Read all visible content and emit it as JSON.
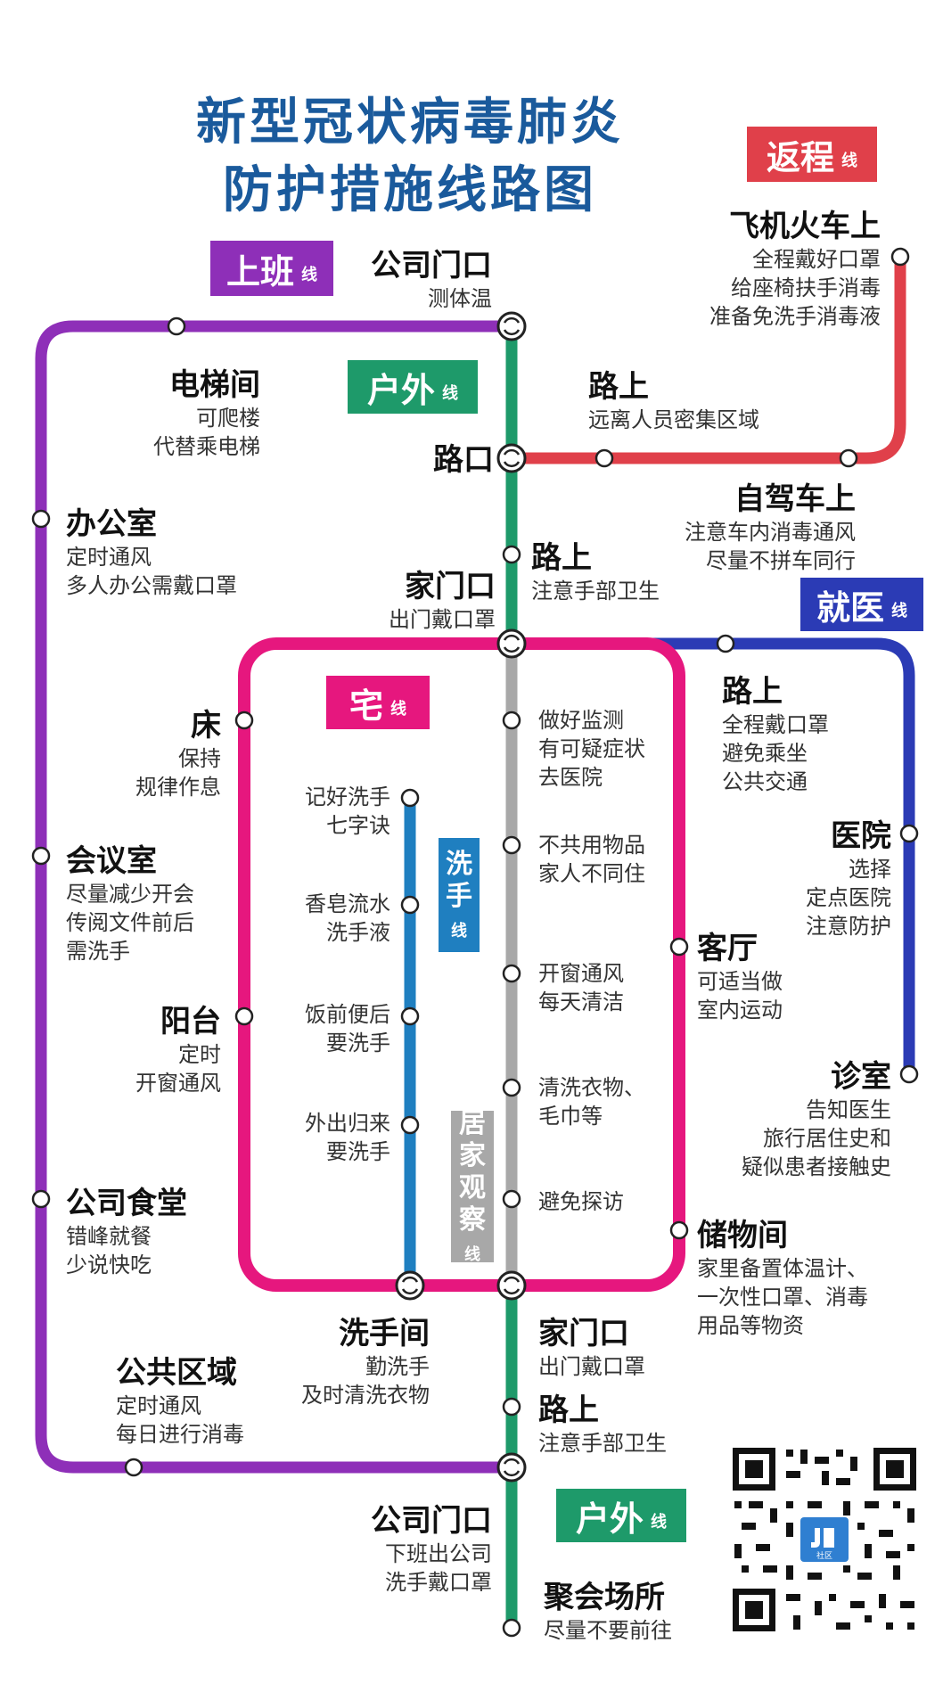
{
  "title": {
    "line1": "新型冠状病毒肺炎",
    "line2": "防护措施线路图"
  },
  "colors": {
    "purple": "#8e2fb8",
    "green": "#1e9a6a",
    "red": "#e0404a",
    "blue": "#2b3bb5",
    "magenta": "#e6177e",
    "handwash": "#1f7fc0",
    "home_obs": "#a8a8a8",
    "title": "#1a5a9c"
  },
  "lines": {
    "return": {
      "label": "返程",
      "suffix": "线"
    },
    "work": {
      "label": "上班",
      "suffix": "线"
    },
    "outdoor_top": {
      "label": "户外",
      "suffix": "线"
    },
    "medical": {
      "label": "就医",
      "suffix": "线"
    },
    "home": {
      "label": "宅",
      "suffix": "线"
    },
    "handwash": {
      "label": "洗手",
      "suffix": "线"
    },
    "home_obs": {
      "label": "居家观察",
      "suffix": "线"
    },
    "outdoor_bottom": {
      "label": "户外",
      "suffix": "线"
    }
  },
  "stops": {
    "plane_train": {
      "name": "飞机火车上",
      "desc": [
        "全程戴好口罩",
        "给座椅扶手消毒",
        "准备免洗手消毒液"
      ]
    },
    "company_gate_top": {
      "name": "公司门口",
      "desc": [
        "测体温"
      ]
    },
    "elevator": {
      "name": "电梯间",
      "desc": [
        "可爬楼",
        "代替乘电梯"
      ]
    },
    "road_return": {
      "name": "路上",
      "desc": [
        "远离人员密集区域"
      ]
    },
    "crossing": {
      "name": "路口",
      "desc": []
    },
    "self_drive": {
      "name": "自驾车上",
      "desc": [
        "注意车内消毒通风",
        "尽量不拼车同行"
      ]
    },
    "office": {
      "name": "办公室",
      "desc": [
        "定时通风",
        "多人办公需戴口罩"
      ]
    },
    "road_green_top": {
      "name": "路上",
      "desc": [
        "注意手部卫生"
      ]
    },
    "home_gate_top": {
      "name": "家门口",
      "desc": [
        "出门戴口罩"
      ]
    },
    "road_medical": {
      "name": "路上",
      "desc": [
        "全程戴口罩",
        "避免乘坐",
        "公共交通"
      ]
    },
    "bed": {
      "name": "床",
      "desc": [
        "保持",
        "规律作息"
      ]
    },
    "hospital": {
      "name": "医院",
      "desc": [
        "选择",
        "定点医院",
        "注意防护"
      ]
    },
    "meeting": {
      "name": "会议室",
      "desc": [
        "尽量减少开会",
        "传阅文件前后",
        "需洗手"
      ]
    },
    "living_room": {
      "name": "客厅",
      "desc": [
        "可适当做",
        "室内运动"
      ]
    },
    "balcony": {
      "name": "阳台",
      "desc": [
        "定时",
        "开窗通风"
      ]
    },
    "clinic": {
      "name": "诊室",
      "desc": [
        "告知医生",
        "旅行居住史和",
        "疑似患者接触史"
      ]
    },
    "canteen": {
      "name": "公司食堂",
      "desc": [
        "错峰就餐",
        "少说快吃"
      ]
    },
    "storage": {
      "name": "储物间",
      "desc": [
        "家里备置体温计、",
        "一次性口罩、消毒",
        "用品等物资"
      ]
    },
    "washroom": {
      "name": "洗手间",
      "desc": [
        "勤洗手",
        "及时清洗衣物"
      ]
    },
    "home_gate_bottom": {
      "name": "家门口",
      "desc": [
        "出门戴口罩"
      ]
    },
    "public_area": {
      "name": "公共区域",
      "desc": [
        "定时通风",
        "每日进行消毒"
      ]
    },
    "road_bottom": {
      "name": "路上",
      "desc": [
        "注意手部卫生"
      ]
    },
    "company_gate_bottom": {
      "name": "公司门口",
      "desc": [
        "下班出公司",
        "洗手戴口罩"
      ]
    },
    "gathering": {
      "name": "聚会场所",
      "desc": [
        "尽量不要前往"
      ]
    }
  },
  "handwash_stops": [
    [
      "记好洗手",
      "七字诀"
    ],
    [
      "香皂流水",
      "洗手液"
    ],
    [
      "饭前便后",
      "要洗手"
    ],
    [
      "外出归来",
      "要洗手"
    ]
  ],
  "home_obs_stops": [
    [
      "做好监测",
      "有可疑症状",
      "去医院"
    ],
    [
      "不共用物品",
      "家人不同住"
    ],
    [
      "开窗通风",
      "每天清洁"
    ],
    [
      "清洗衣物、",
      "毛巾等"
    ],
    [
      "避免探访"
    ]
  ],
  "qr": {
    "badge": "社区"
  }
}
